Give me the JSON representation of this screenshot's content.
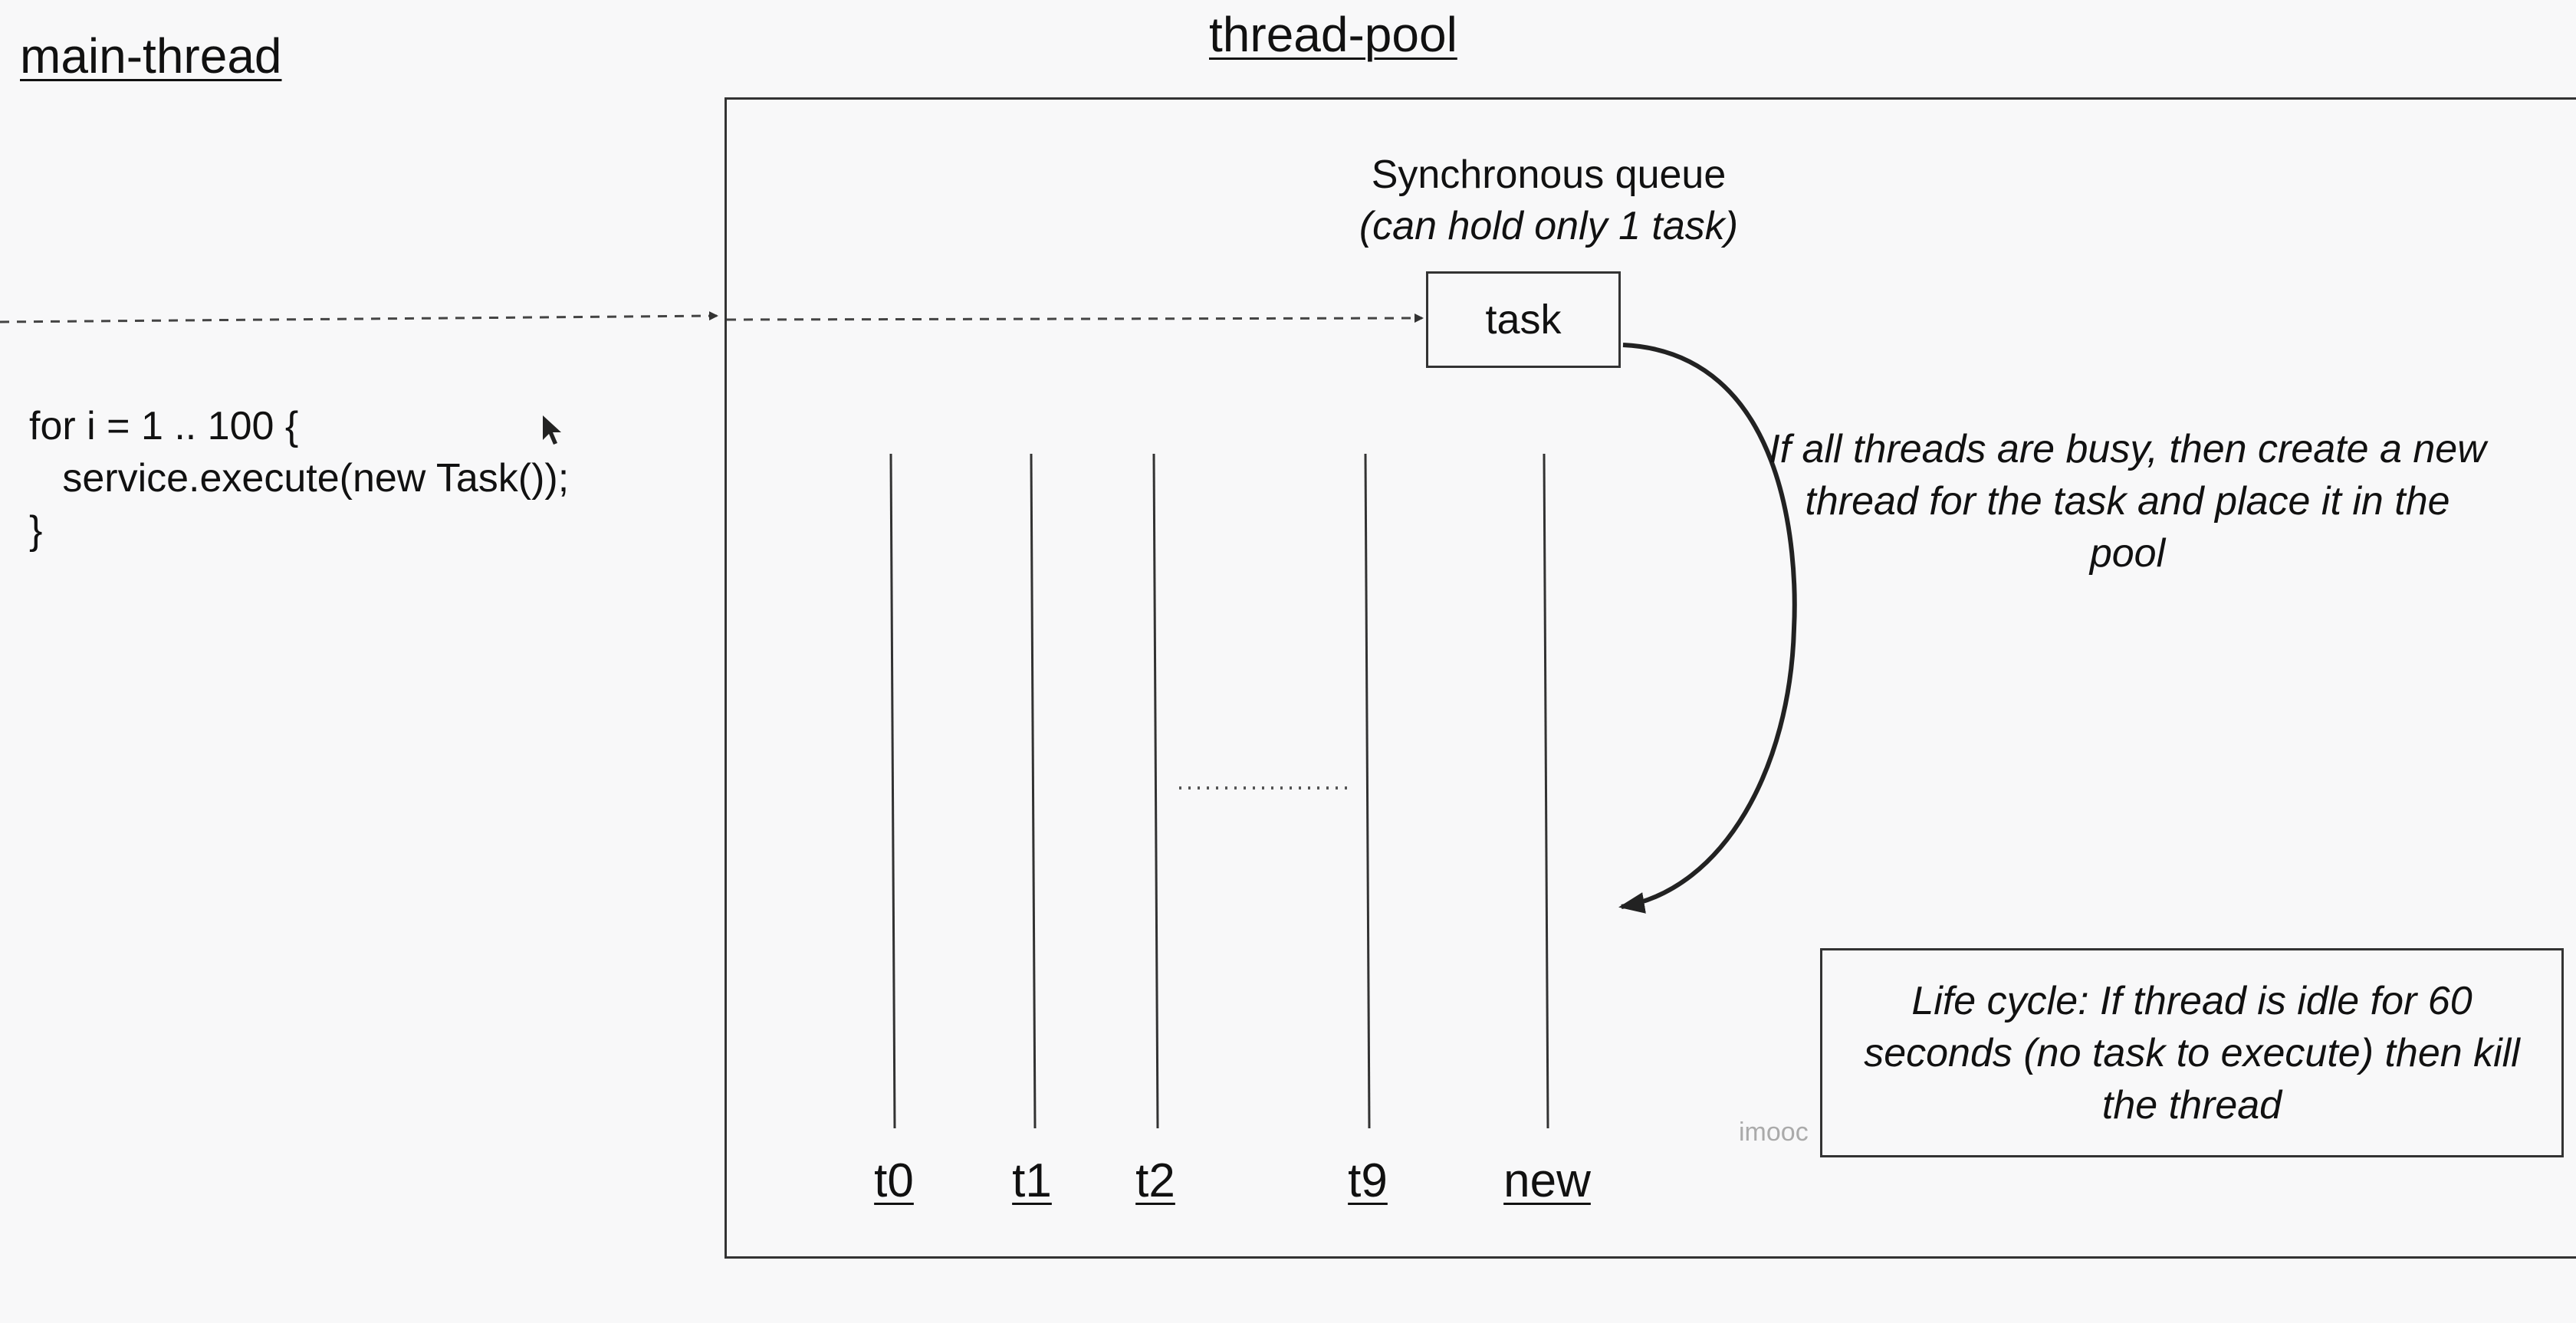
{
  "main_thread": {
    "heading": "main-thread"
  },
  "code": {
    "line1": "for i = 1 .. 100 {",
    "line2": "   service.execute(new Task());",
    "line3": "}"
  },
  "thread_pool": {
    "heading": "thread-pool",
    "queue_title": "Synchronous queue",
    "queue_subtitle": "(can hold only 1 task)",
    "task_label": "task",
    "note": "If all threads are busy, then create a new thread for the task and place it in the pool",
    "life_cycle": "Life cycle: If thread is idle for 60 seconds (no task to execute) then kill the thread",
    "threads": [
      "t0",
      "t1",
      "t2",
      "t9",
      "new"
    ]
  },
  "watermark": "imooc"
}
